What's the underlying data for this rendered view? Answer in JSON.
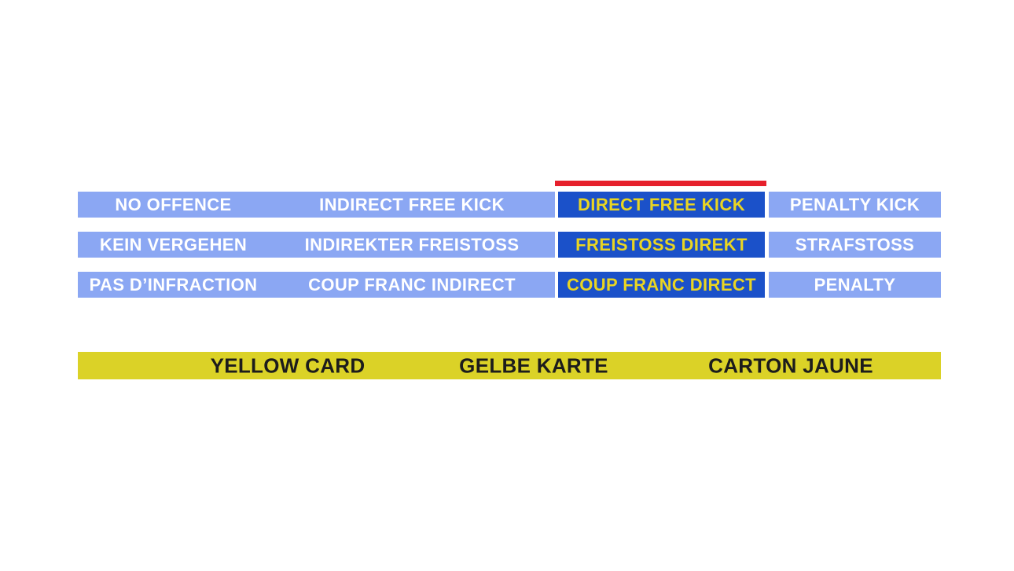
{
  "colors": {
    "background": "#FFFFFF",
    "option_cell_blue": "#8BA7F3",
    "selected_cell_blue": "#1B51C9",
    "option_text_white": "#FFFFFF",
    "selected_text_yellow": "#E9D522",
    "marker_red": "#E6202C",
    "card_bar_yellow": "#DBD227",
    "card_text_dark": "#1C1C1C"
  },
  "answer_grid": {
    "selected_answer": "DIRECT FREE KICK",
    "rows": [
      {
        "cells": [
          {
            "label": "NO OFFENCE",
            "selected": false
          },
          {
            "label": "INDIRECT FREE KICK",
            "selected": false
          },
          {
            "label": "DIRECT FREE KICK",
            "selected": true
          },
          {
            "label": "PENALTY KICK",
            "selected": false
          }
        ]
      },
      {
        "cells": [
          {
            "label": "KEIN VERGEHEN",
            "selected": false
          },
          {
            "label": "INDIREKTER FREISTOSS",
            "selected": false
          },
          {
            "label": "FREISTOSS DIREKT",
            "selected": true
          },
          {
            "label": "STRAFSTOSS",
            "selected": false
          }
        ]
      },
      {
        "cells": [
          {
            "label": "PAS D’INFRACTION",
            "selected": false
          },
          {
            "label": "COUP FRANC INDIRECT",
            "selected": false
          },
          {
            "label": "COUP FRANC DIRECT",
            "selected": true
          },
          {
            "label": "PENALTY",
            "selected": false
          }
        ]
      }
    ]
  },
  "card_bar": {
    "labels": [
      "YELLOW CARD",
      "GELBE KARTE",
      "CARTON JAUNE"
    ]
  }
}
